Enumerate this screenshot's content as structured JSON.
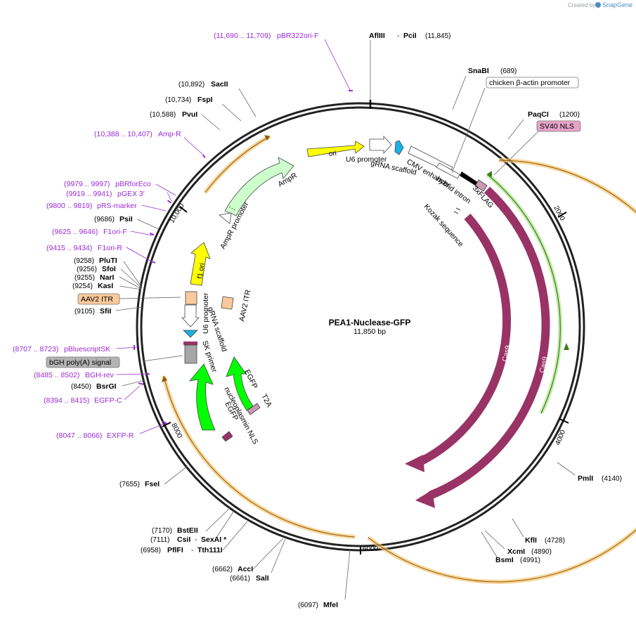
{
  "credit": {
    "prefix": "Created by",
    "brand": "SnapGene"
  },
  "plasmid": {
    "name": "PEA1-Nuclease-GFP",
    "size": "11,850 bp"
  },
  "ticks": [
    "2000",
    "4000",
    "6000",
    "8000",
    "10,000"
  ],
  "sites": [
    {
      "name": "AflIII",
      "name2": "PciI",
      "pos": "(11,845)"
    },
    {
      "name": "SnaBI",
      "pos": "(689)"
    },
    {
      "name": "PaqCI",
      "pos": "(1200)"
    },
    {
      "name": "PmlI",
      "pos": "(4140)"
    },
    {
      "name": "KflI",
      "pos": "(4728)"
    },
    {
      "name": "XcmI",
      "pos": "(4890)"
    },
    {
      "name": "BsmI",
      "pos": "(4991)"
    },
    {
      "name": "MfeI",
      "pos": "(6097)"
    },
    {
      "name": "SalI",
      "pos": "(6661)"
    },
    {
      "name": "AccI",
      "pos": "(6662)"
    },
    {
      "name": "PflFI",
      "name2": "Tth111I",
      "pos": "(6958)"
    },
    {
      "name": "CsiI",
      "name2": "SexAI *",
      "pos": "(7111)"
    },
    {
      "name": "BstEII",
      "pos": "(7170)"
    },
    {
      "name": "FseI",
      "pos": "(7655)"
    },
    {
      "name": "BsrGI",
      "pos": "(8450)"
    },
    {
      "name": "SfiI",
      "pos": "(9105)"
    },
    {
      "name": "KasI",
      "pos": "(9254)"
    },
    {
      "name": "NarI",
      "pos": "(9255)"
    },
    {
      "name": "SfoI",
      "pos": "(9256)"
    },
    {
      "name": "PluTI",
      "pos": "(9258)"
    },
    {
      "name": "PsiI",
      "pos": "(9686)"
    },
    {
      "name": "PvuI",
      "pos": "(10,588)"
    },
    {
      "name": "FspI",
      "pos": "(10,734)"
    },
    {
      "name": "SacII",
      "pos": "(10,892)"
    }
  ],
  "primers": [
    {
      "range": "(11,690 .. 11,709)",
      "name": "pBR322ori-F"
    },
    {
      "range": "(10,388 .. 10,407)",
      "name": "Amp-R"
    },
    {
      "range": "(9979 .. 9997)",
      "name": "pBRforEco"
    },
    {
      "range": "(9919 .. 9941)",
      "name": "pGEX 3'"
    },
    {
      "range": "(9800 .. 9819)",
      "name": "pRS-marker"
    },
    {
      "range": "(9625 .. 9646)",
      "name": "F1ori-F"
    },
    {
      "range": "(9415 .. 9434)",
      "name": "F1ori-R"
    },
    {
      "range": "(8707 .. 8723)",
      "name": "pBluescriptSK"
    },
    {
      "range": "(8485 .. 8502)",
      "name": "BGH-rev"
    },
    {
      "range": "(8394 .. 8415)",
      "name": "EGFP-C"
    },
    {
      "range": "(8047 .. 8066)",
      "name": "EXFP-R"
    }
  ],
  "boxed_labels": [
    {
      "name": "chicken β-actin promoter",
      "color": "#ffffff"
    },
    {
      "name": "SV40 NLS",
      "color": "#e6a3c8"
    },
    {
      "name": "AAV2 ITR",
      "color": "#fbc99b"
    },
    {
      "name": "bGH poly(A) signal",
      "color": "#b3b3b3"
    }
  ],
  "features": {
    "ori": "ori",
    "u6_top": "U6 promoter",
    "grna_top": "gRNA scaffold",
    "cmv": "CMV enhancer",
    "hybrid": "hybrid intron",
    "flag": "3xFLAG",
    "kozak": "Kozak sequence",
    "cas9_inner": "Cas9",
    "cas9_outer": "Cas9",
    "ampr": "AmpR",
    "ampr_prom": "AmpR promoter",
    "f1": "f1 ori",
    "u6_left": "U6 promoter",
    "grna_left": "gRNA scaffold",
    "aav_itr": "AAV2 ITR",
    "sk": "SK primer",
    "egfp": "EGFP",
    "t2a": "T2A",
    "nls": "nucleoplasmin NLS",
    "egfp2": "EGFP"
  },
  "colors": {
    "ori": "#ffff00",
    "cas9": "#993366",
    "ampr": "#ccffcc",
    "egfp": "#00ff00",
    "primer": "#9a2bd6",
    "orange_band": "#f7c46c",
    "green_band": "#5aa02c",
    "u6": "#ffffff",
    "grna": "#1ab2e6"
  }
}
